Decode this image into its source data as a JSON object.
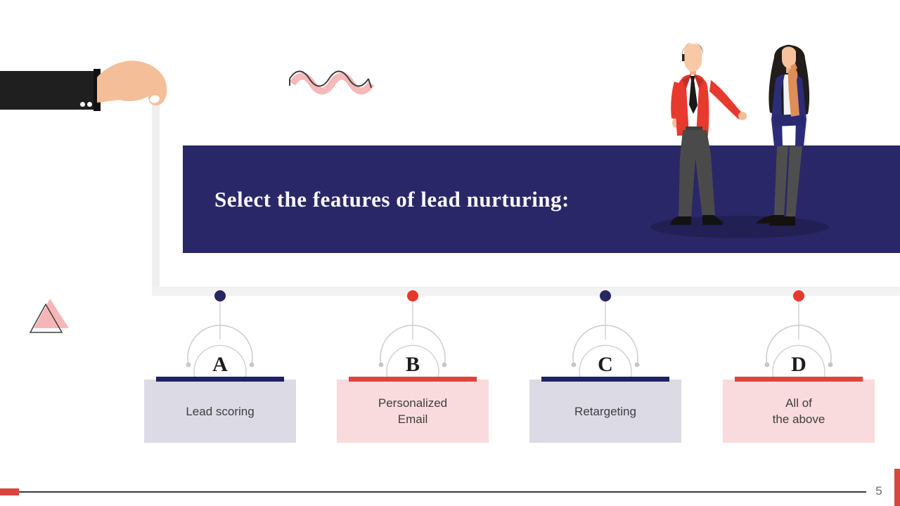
{
  "question": {
    "title": "Select the features of lead nurturing:"
  },
  "options": [
    {
      "letter": "A",
      "label": "Lead scoring",
      "lines": [
        "Lead scoring",
        ""
      ],
      "accent_color": "#1F2163"
    },
    {
      "letter": "B",
      "label": "Personalized Email",
      "lines": [
        "Personalized",
        "Email"
      ],
      "accent_color": "#D8463E"
    },
    {
      "letter": "C",
      "label": "Retargeting",
      "lines": [
        "Retargeting",
        ""
      ],
      "accent_color": "#1F2163"
    },
    {
      "letter": "D",
      "label": "All of the above",
      "lines": [
        "All of",
        "the above"
      ],
      "accent_color": "#D8463E"
    }
  ],
  "footer": {
    "page_number": "5"
  },
  "colors": {
    "banner_navy": "#2A2768",
    "card_lavender": "#DCDAE4",
    "card_pink": "#FADBDD",
    "accent_red": "#D8463E",
    "accent_navy": "#1F2163",
    "timeline_gray": "#F2F2F3",
    "title_text": "#FAFAFA",
    "card_text": "#3e3e3e"
  },
  "decorations": [
    "hand-holding-string-illustration",
    "squiggle-icon",
    "pink-triangle-icon",
    "presenter-man-illustration",
    "presenter-woman-illustration"
  ]
}
